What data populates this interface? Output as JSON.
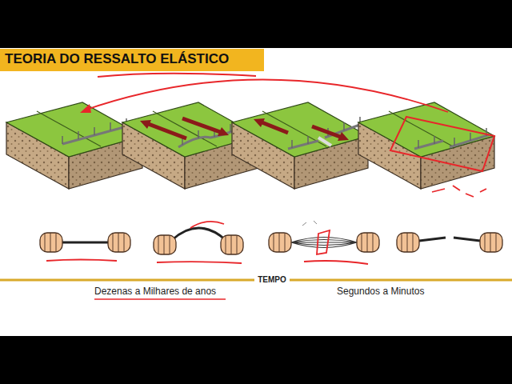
{
  "diagram": {
    "title": "TEORIA DO RESSALTO ELÁSTICO",
    "labels": [
      "Dezenas a Milhares de anos",
      "TEMPO",
      "Segundos a Minutos"
    ]
  }
}
